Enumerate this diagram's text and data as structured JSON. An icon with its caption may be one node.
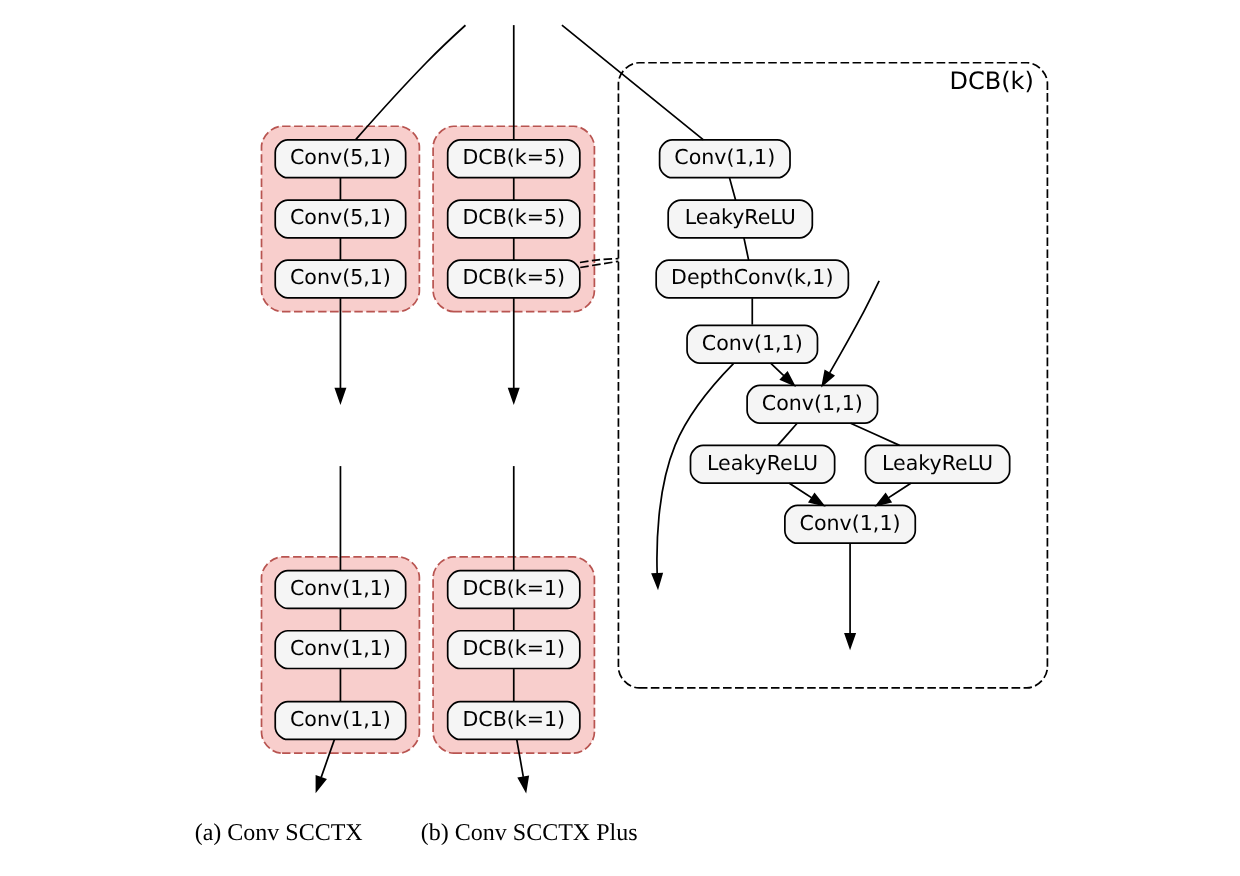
{
  "diagram": {
    "nodes": [
      {
        "text": [],
        "shape": "box"
      },
      {
        "text": [
          "Conv(5,1)"
        ],
        "in": 0
      },
      {
        "text": [
          "Conv(5,1)"
        ],
        "in": 0
      },
      {
        "text": [
          "Conv(5,1)"
        ],
        "in": 0
      },
      {
        "text": [],
        "shape": "box"
      },
      {
        "text": [
          "Conv(1,1)"
        ],
        "in": 4
      },
      {
        "text": [
          "Conv(1,1)"
        ],
        "in": 4
      },
      {
        "text": [
          "Conv(1,1)"
        ],
        "in": 4
      },
      {
        "text": [],
        "shape": "box"
      },
      {
        "text": [
          "DCB(k=5)"
        ],
        "in": 8
      },
      {
        "text": [
          "DCB(k=5)"
        ],
        "in": 8
      },
      {
        "text": [
          "DCB(k=5)"
        ],
        "in": 8
      },
      {
        "text": [],
        "shape": "box"
      },
      {
        "text": [
          "DCB(k=1)"
        ],
        "in": 12
      },
      {
        "text": [
          "DCB(k=1)"
        ],
        "in": 12
      },
      {
        "text": [
          "DCB(k=1)"
        ],
        "in": 12
      },
      {
        "text": [
          "DCB(k)"
        ]
      },
      {
        "text": [
          "Conv(1,1)"
        ],
        "in": 16
      },
      {
        "text": [
          "LeakyReLU"
        ],
        "in": 16
      },
      {
        "text": [
          "DepthConv(k,1)"
        ],
        "in": 16
      },
      {
        "text": [
          "Conv(1,1)"
        ],
        "in": 16
      },
      {
        "text": [
          "Conv(1,1)"
        ],
        "in": 16
      },
      {
        "text": [
          "LeakyReLU"
        ],
        "in": 16
      },
      {
        "text": [
          "LeakyReLU"
        ],
        "in": 16
      },
      {
        "text": [
          "Conv(1,1)"
        ],
        "in": 16
      }
    ],
    "edges": [
      {
        "from": null,
        "to": 1,
        "arrow": "none"
      },
      {
        "from": 1,
        "to": 2,
        "arrow": "none"
      },
      {
        "from": 2,
        "to": 3,
        "arrow": "none"
      },
      {
        "from": 3,
        "to": null,
        "arrow": "to"
      },
      {
        "from": null,
        "to": 5,
        "arrow": "none"
      },
      {
        "from": 5,
        "to": 6,
        "arrow": "none"
      },
      {
        "from": 6,
        "to": 7,
        "arrow": "none"
      },
      {
        "from": 7,
        "to": null,
        "arrow": "to"
      },
      {
        "from": null,
        "to": 9,
        "arrow": "none"
      },
      {
        "from": 9,
        "to": 10,
        "arrow": "none"
      },
      {
        "from": 10,
        "to": 11,
        "arrow": "none"
      },
      {
        "from": 11,
        "to": null,
        "arrow": "to"
      },
      {
        "from": null,
        "to": 13,
        "arrow": "none"
      },
      {
        "from": 13,
        "to": 14,
        "arrow": "none"
      },
      {
        "from": 14,
        "to": 15,
        "arrow": "none"
      },
      {
        "from": 15,
        "to": null,
        "arrow": "to"
      },
      {
        "from": null,
        "to": 17,
        "arrow": "none"
      },
      {
        "from": 17,
        "to": 18,
        "arrow": "none"
      },
      {
        "from": 18,
        "to": 19,
        "arrow": "none"
      },
      {
        "from": 19,
        "to": 20,
        "arrow": "none"
      },
      {
        "from": 20,
        "to": 21,
        "arrow": "to"
      },
      {
        "from": null,
        "to": 21,
        "arrow": "to"
      },
      {
        "from": 21,
        "to": 22,
        "arrow": "none"
      },
      {
        "from": 21,
        "to": 23,
        "arrow": "none"
      },
      {
        "from": 22,
        "to": 24,
        "arrow": "to"
      },
      {
        "from": 23,
        "to": 24,
        "arrow": "to"
      },
      {
        "from": 24,
        "to": null,
        "arrow": "to"
      },
      {
        "from": 20,
        "to": null,
        "arrow": "to"
      },
      {
        "from": 11,
        "to": 16,
        "arrow": "none",
        "style": "dashed"
      },
      {
        "from": 11,
        "to": 16,
        "arrow": "none",
        "style": "dashed"
      }
    ],
    "labels": [
      "(a) Conv SCCTX",
      "(b) Conv SCCTX Plus"
    ]
  }
}
